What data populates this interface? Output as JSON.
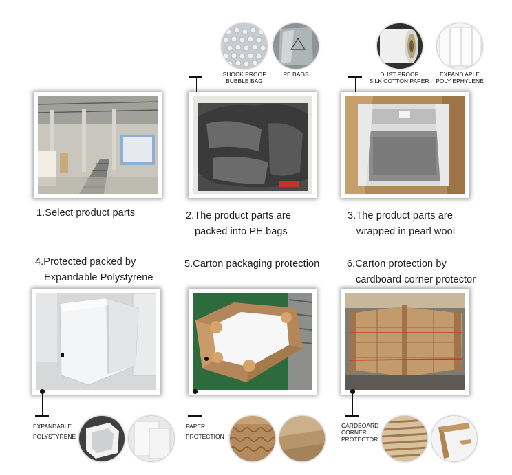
{
  "steps": [
    {
      "label": "1.Select product parts"
    },
    {
      "label_line1": "2.The product parts are",
      "label_line2": "packed into PE bags"
    },
    {
      "label_line1": "3.The product parts are",
      "label_line2": "wrapped in pearl wool"
    },
    {
      "label_line1": "4.Protected packed by",
      "label_line2": "Expandable Polystyrene"
    },
    {
      "label": "5.Carton packaging protection"
    },
    {
      "label_line1": "6.Carton protection by",
      "label_line2": "cardboard corner protector"
    }
  ],
  "materials": {
    "shock_bubble_line1": "SHOCK  PROOF",
    "shock_bubble_line2": "BUBBLE  BAG",
    "pe_bags": "PE BAGS",
    "dust_proof_line1": "DUST PROOF",
    "dust_proof_line2": "SILK COTTON PAPER",
    "expand_line1": "EXPAND APLE",
    "expand_line2": "POLY EPHYLENE",
    "eps_line1": "EXPANDABLE",
    "eps_line2": "POLYSTYRENE",
    "paper_line1": "PAPER",
    "paper_line2": "PROTECTION",
    "cardboard_line1": "CARDBOARD",
    "cardboard_line2": "CORNER",
    "cardboard_line3": "PROTECTOR"
  }
}
